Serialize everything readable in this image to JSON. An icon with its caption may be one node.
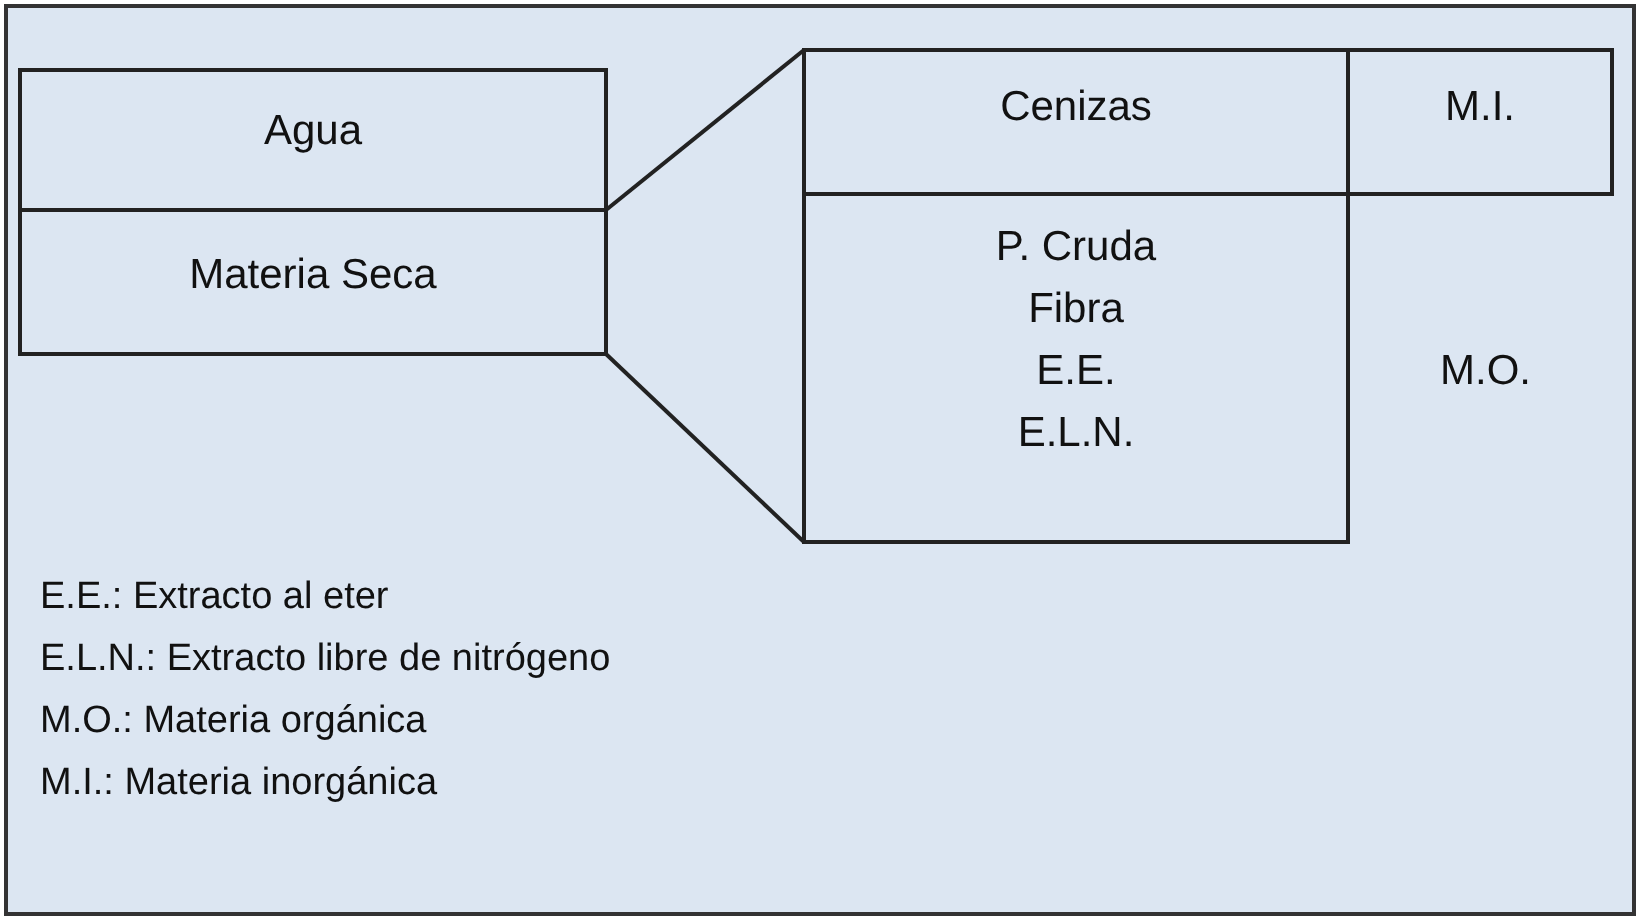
{
  "diagram": {
    "nodes": [
      {
        "text": [
          "Agua"
        ]
      },
      {
        "text": [
          "Materia Seca"
        ]
      },
      {
        "text": [
          "Cenizas"
        ]
      },
      {
        "text": [
          "M.I."
        ]
      },
      {
        "text": [
          "P. Cruda",
          "Fibra",
          "E.E.",
          "E.L.N."
        ]
      }
    ],
    "edges": [
      {
        "from": 1,
        "to": 2,
        "arrow": "none"
      },
      {
        "from": 1,
        "to": 4,
        "arrow": "none"
      }
    ],
    "labels": [
      "M.O.",
      "E.E.: Extracto al eter",
      "E.L.N.: Extracto libre de nitrógeno",
      "M.O.: Materia orgánica",
      "M.I.: Materia inorgánica"
    ]
  }
}
